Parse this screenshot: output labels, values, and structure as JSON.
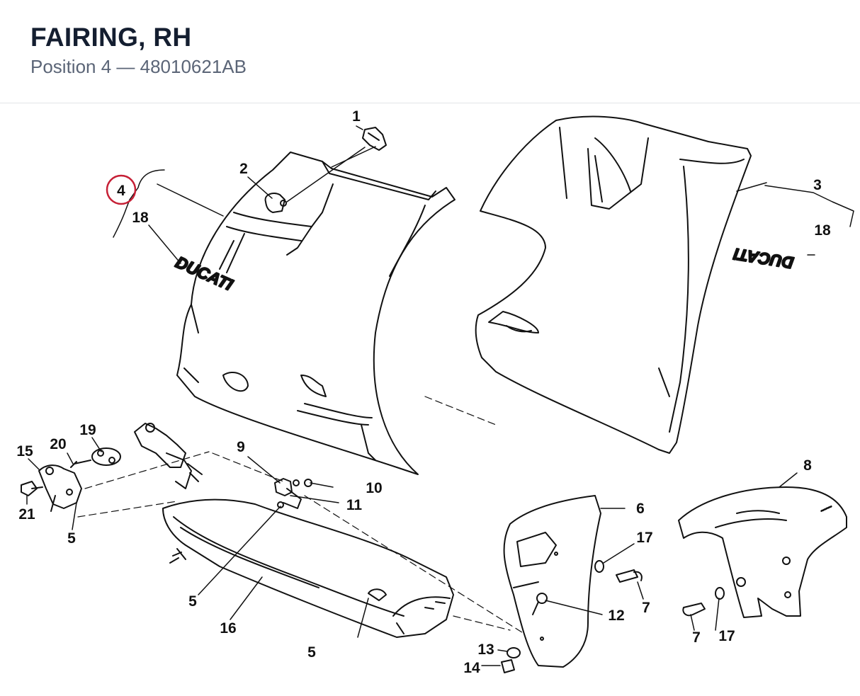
{
  "header": {
    "title": "FAIRING, RH",
    "subtitle": "Position 4 — 48010621AB"
  },
  "highlight": {
    "callout": "4",
    "color": "#c62036"
  },
  "callouts": {
    "c1": "1",
    "c2": "2",
    "c3": "3",
    "c4": "4",
    "c5a": "5",
    "c5b": "5",
    "c5c": "5",
    "c6": "6",
    "c7a": "7",
    "c7b": "7",
    "c8": "8",
    "c9": "9",
    "c10": "10",
    "c11": "11",
    "c12": "12",
    "c13": "13",
    "c14": "14",
    "c15": "15",
    "c16": "16",
    "c17a": "17",
    "c17b": "17",
    "c18a": "18",
    "c18b": "18",
    "c19": "19",
    "c20": "20",
    "c21": "21"
  },
  "logos": {
    "left": "DUCATI",
    "right": "DUCATI"
  }
}
